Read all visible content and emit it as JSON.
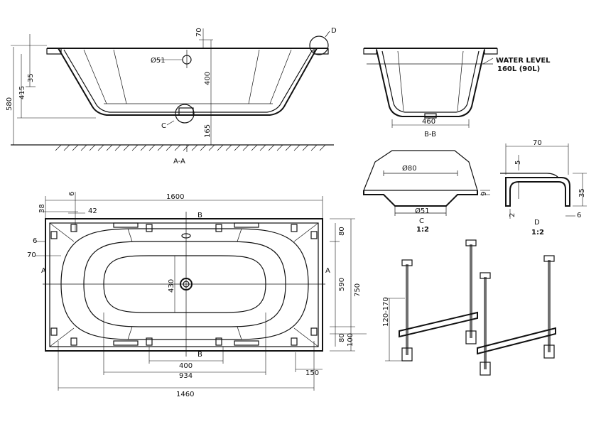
{
  "sections": {
    "aa": "A-A",
    "bb": "B-B",
    "c": "C",
    "c_scale": "1:2",
    "d": "D",
    "d_scale": "1:2"
  },
  "markers": {
    "a": "A",
    "b": "B",
    "c": "C",
    "d": "D"
  },
  "water_level": {
    "line1": "WATER LEVEL",
    "line2": "160L (90L)"
  },
  "dims_elevation": {
    "d70": "70",
    "d51": "Ø51",
    "d35": "35",
    "d415": "415",
    "d580": "580",
    "d400": "400",
    "d165": "165"
  },
  "dims_bb": {
    "d460": "460"
  },
  "dims_c": {
    "d80": "Ø80",
    "d51": "Ø51",
    "d9": "9"
  },
  "dims_d": {
    "d70": "70",
    "d5": "5",
    "d35": "35",
    "d2": "2",
    "d6": "6"
  },
  "dims_plan": {
    "d6_top": "6",
    "d38": "38",
    "d42": "42",
    "d1600": "1600",
    "d6_left": "6",
    "d70": "70",
    "d80_top": "80",
    "d430": "430",
    "d590": "590",
    "d750": "750",
    "d80_bot": "80",
    "d100": "100",
    "d400": "400",
    "d934": "934",
    "d150": "150",
    "d1460": "1460"
  },
  "dims_legs": {
    "d120_170": "120-170"
  }
}
